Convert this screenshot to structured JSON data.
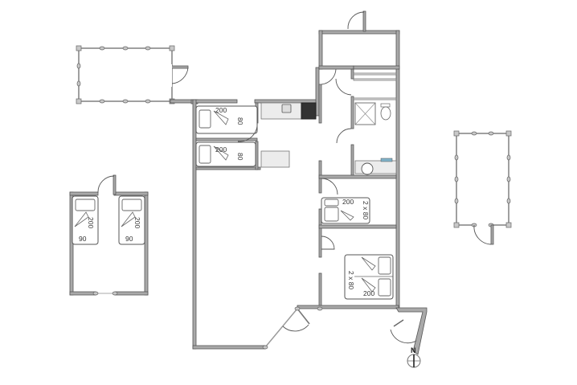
{
  "plan": {
    "rooms": {
      "bedroom_1": {
        "bed_length": "200",
        "bed_width": "80"
      },
      "bedroom_2": {
        "bed_length": "200",
        "bed_width": "80"
      },
      "bedroom_3": {
        "bed_length": "200",
        "bed_width": "2 x 80"
      },
      "bedroom_4": {
        "bed_length": "200",
        "bed_width": "2 x 80"
      },
      "annex": {
        "bed_left": {
          "length": "200",
          "width": "90"
        },
        "bed_right": {
          "length": "200",
          "width": "90"
        }
      }
    },
    "compass": {
      "label": "N"
    },
    "colors": {
      "wall": "#a9a9a9",
      "wall_edge": "#555555",
      "stove": "#333333",
      "background": "#ffffff"
    }
  }
}
